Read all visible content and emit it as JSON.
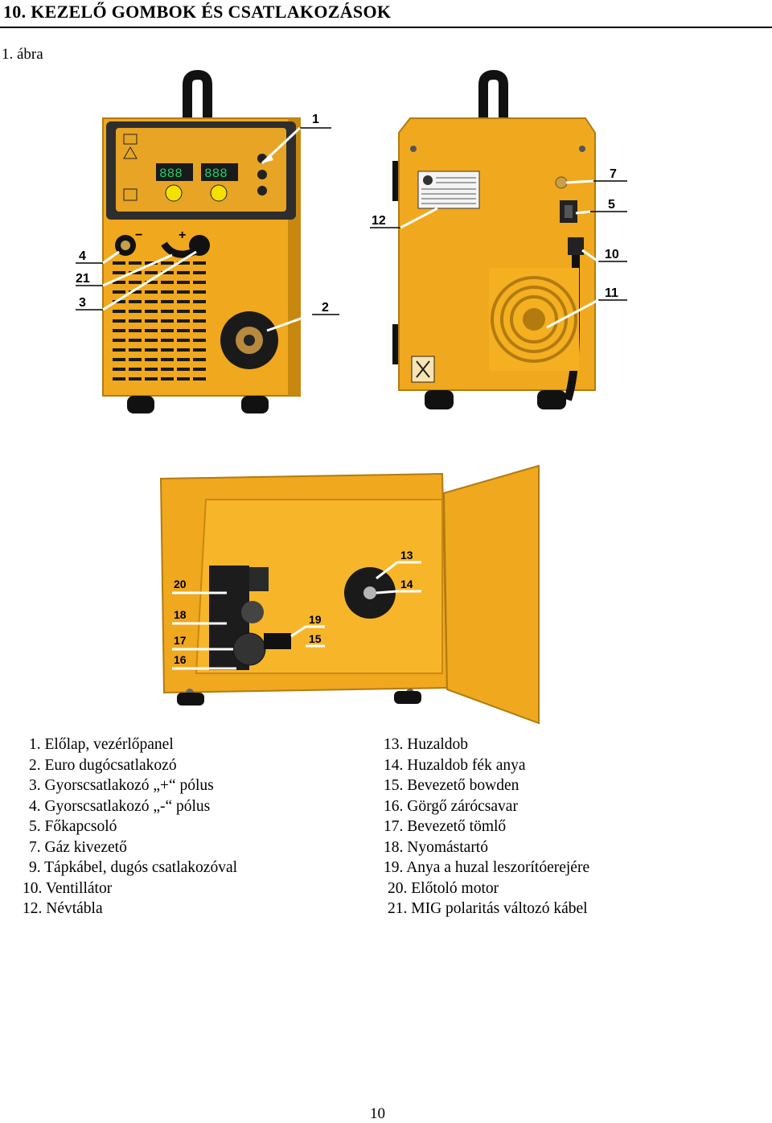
{
  "heading": "10.  KEZELŐ GOMBOK ÉS CSATLAKOZÁSOK",
  "caption": "1. ábra",
  "callouts": {
    "front": [
      "1",
      "4",
      "21",
      "3",
      "2"
    ],
    "back": [
      "7",
      "5",
      "12",
      "10",
      "11"
    ],
    "inside": [
      "13",
      "14",
      "20",
      "18",
      "19",
      "17",
      "15",
      "16"
    ]
  },
  "panel_signs": [
    "+",
    "−"
  ],
  "legend_left": [
    {
      "num": "1.",
      "text": "Előlap, vezérlőpanel"
    },
    {
      "num": "2.",
      "text": "Euro dugócsatlakozó"
    },
    {
      "num": "3.",
      "text": "Gyorscsatlakozó „+“ pólus"
    },
    {
      "num": "4.",
      "text": "Gyorscsatlakozó „-“ pólus"
    },
    {
      "num": "5.",
      "text": "Főkapcsoló"
    },
    {
      "num": "7.",
      "text": "Gáz kivezető"
    },
    {
      "num": "9.",
      "text": " Tápkábel, dugós csatlakozóval"
    },
    {
      "num": "10.",
      "text": " Ventillátor"
    },
    {
      "num": "12.",
      "text": " Névtábla"
    }
  ],
  "legend_right": [
    {
      "num": "13.",
      "text": "Huzaldob"
    },
    {
      "num": "14.",
      "text": "Huzaldob fék anya"
    },
    {
      "num": "15.",
      "text": "Bevezető bowden"
    },
    {
      "num": "16.",
      "text": "Görgő zárócsavar"
    },
    {
      "num": "17.",
      "text": "Bevezető tömlő"
    },
    {
      "num": "18.",
      "text": "Nyomástartó"
    },
    {
      "num": "19.",
      "text": "Anya a huzal leszorítóerejére"
    },
    {
      "num": "20.",
      "text": " Előtoló motor"
    },
    {
      "num": "21.",
      "text": " MIG polaritás változó kábel"
    }
  ],
  "page_number": "10",
  "colors": {
    "machine_orange": "#f0a81e",
    "panel_dark": "#2e2e2e",
    "display_green": "#19d26a"
  }
}
